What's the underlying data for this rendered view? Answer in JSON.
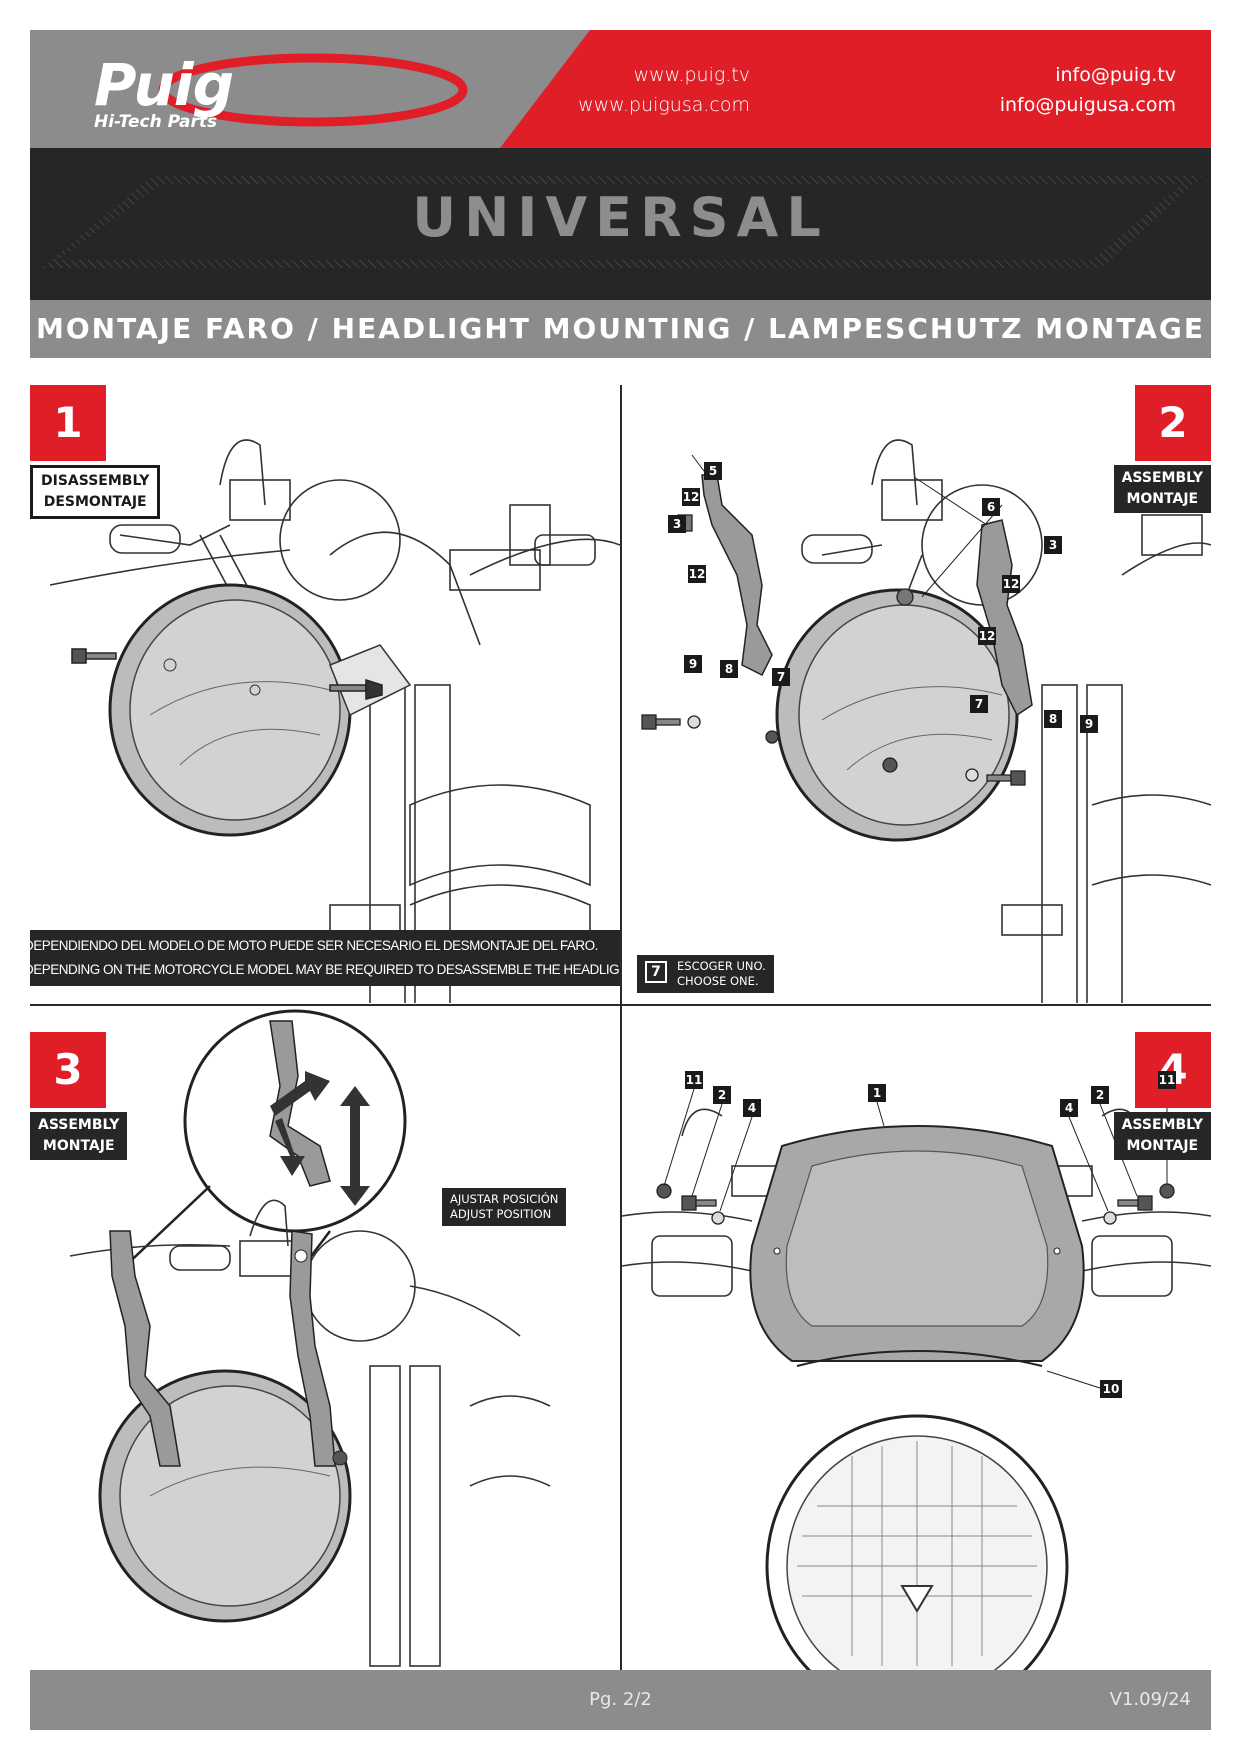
{
  "header": {
    "brand": "Puig",
    "tagline": "Hi-Tech Parts",
    "web": [
      "www.puig.tv",
      "www.puigusa.com"
    ],
    "email": [
      "info@puig.tv",
      "info@puigusa.com"
    ],
    "title": "UNIVERSAL",
    "subtitle": "MONTAJE FARO / HEADLIGHT MOUNTING / LAMPESCHUTZ MONTAGE"
  },
  "steps": [
    {
      "number": "1",
      "label": [
        "DISASSEMBLY",
        "DESMONTAJE"
      ],
      "note": [
        "DEPENDIENDO DEL MODELO DE MOTO PUEDE SER NECESARIO EL DESMONTAJE DEL FARO.",
        "DEPENDING ON THE MOTORCYCLE MODEL MAY BE REQUIRED TO DESASSEMBLE THE HEADLIGHT"
      ]
    },
    {
      "number": "2",
      "label": [
        "ASSEMBLY",
        "MONTAJE"
      ],
      "choose": {
        "part": "7",
        "lines": [
          "ESCOGER UNO.",
          "CHOOSE ONE."
        ]
      },
      "callouts": [
        "5",
        "12",
        "3",
        "12",
        "9",
        "8",
        "7",
        "6",
        "3",
        "12",
        "12",
        "7",
        "8",
        "9"
      ]
    },
    {
      "number": "3",
      "label": [
        "ASSEMBLY",
        "MONTAJE"
      ],
      "adjust": [
        "AJUSTAR POSICIÓN",
        "ADJUST POSITION"
      ]
    },
    {
      "number": "4",
      "label": [
        "ASSEMBLY",
        "MONTAJE"
      ],
      "callouts": [
        "11",
        "2",
        "4",
        "1",
        "4",
        "2",
        "11",
        "10"
      ]
    }
  ],
  "footer": {
    "page": "Pg. 2/2",
    "version": "V1.09/24"
  },
  "colors": {
    "red": "#e01e28",
    "grey": "#8c8c8c",
    "dark": "#262626"
  }
}
